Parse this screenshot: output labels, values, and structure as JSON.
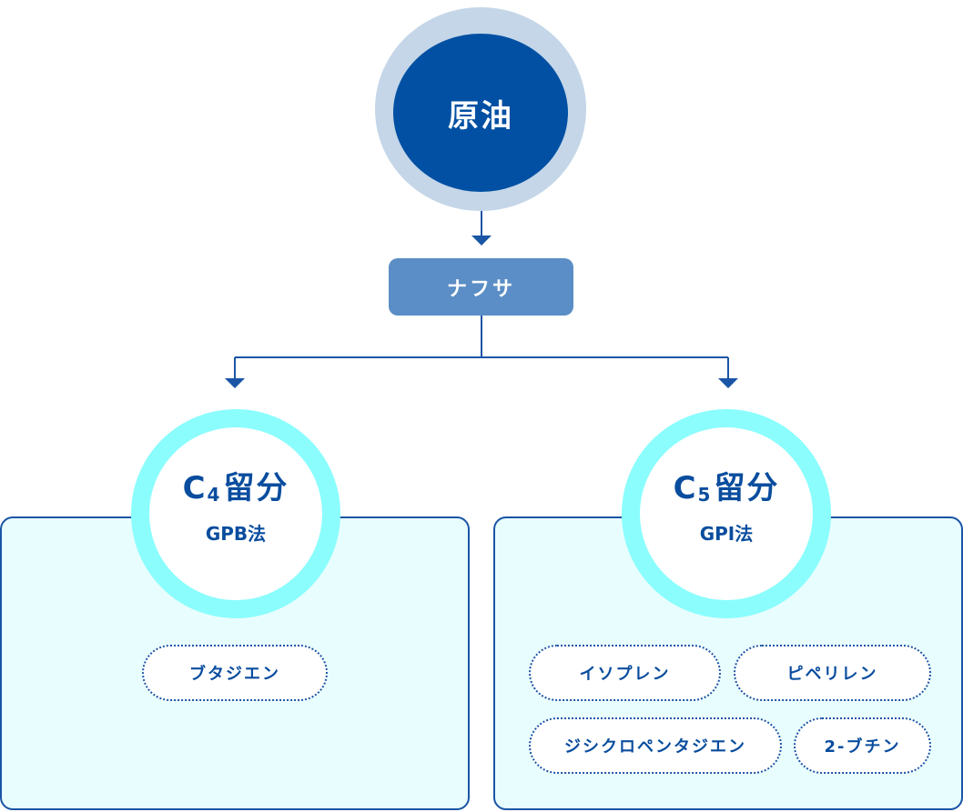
{
  "crude": {
    "label": "原油"
  },
  "naphtha": {
    "label": "ナフサ"
  },
  "fractions": [
    {
      "carbon_prefix": "C",
      "carbon_subscript": "4",
      "title_suffix": "留分",
      "method": "GPB法",
      "products": [
        "ブタジエン"
      ]
    },
    {
      "carbon_prefix": "C",
      "carbon_subscript": "5",
      "title_suffix": "留分",
      "method": "GPI法",
      "products": [
        "イソプレン",
        "ピペリレン",
        "ジシクロペンタジエン",
        "2-ブチン"
      ]
    }
  ],
  "colors": {
    "crude_core": "#0150a3",
    "crude_ring": "#c4d6e8",
    "naphtha": "#5b8ec6",
    "fraction_ring": "#8bfdfd",
    "panel_fill": "#e8fdfd",
    "line": "#1a55a6",
    "text": "#0a4d9e"
  }
}
